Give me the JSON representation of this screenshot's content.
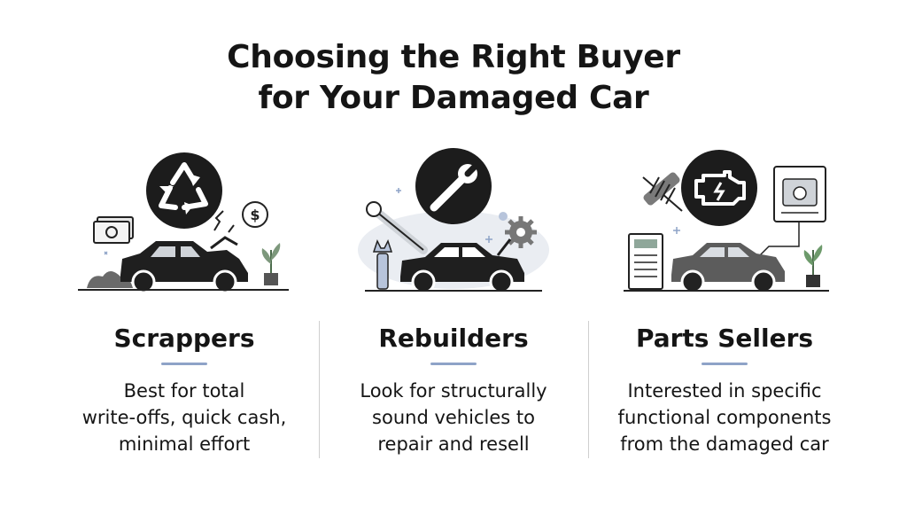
{
  "title": {
    "line1": "Choosing the Right Buyer",
    "line2": "for Your Damaged Car"
  },
  "columns": [
    {
      "title": "Scrappers",
      "desc": [
        "Best for total",
        "write-offs, quick cash,",
        "minimal effort"
      ],
      "icons": [
        "recycle-icon",
        "cash-icon",
        "dollar-coin-icon",
        "wrecked-car-icon",
        "plant-icon"
      ]
    },
    {
      "title": "Rebuilders",
      "desc": [
        "Look for structurally",
        "sound vehicles to",
        "repair and resell"
      ],
      "icons": [
        "wrench-icon",
        "gear-icon",
        "car-icon"
      ]
    },
    {
      "title": "Parts Sellers",
      "desc": [
        "Interested in specific",
        "functional components",
        "from the damaged car"
      ],
      "icons": [
        "check-engine-icon",
        "spring-icon",
        "engine-diagram-icon",
        "car-icon",
        "plant-icon"
      ]
    }
  ],
  "colors": {
    "text": "#151515",
    "accent": "#8ea3c7",
    "dark": "#1c1c1c",
    "car_gray": "#5c5c5c"
  }
}
